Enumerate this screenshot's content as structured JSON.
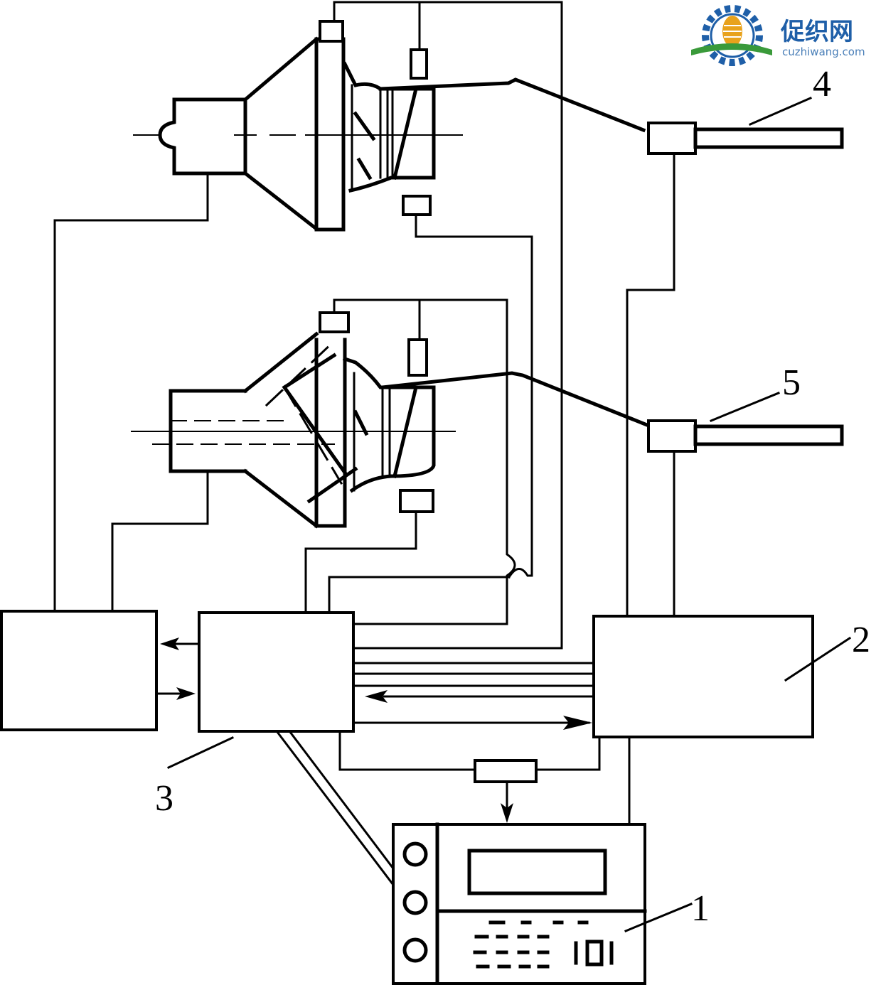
{
  "watermark": {
    "name_cn": "促织网",
    "domain": "cuzhiwang.com",
    "colors": {
      "gear": "#1f5fa8",
      "grain": "#e8a21c",
      "leaf": "#3a9a3a"
    }
  },
  "labels": {
    "l1": "1",
    "l2": "2",
    "l3": "3",
    "l4": "4",
    "l5": "5"
  }
}
